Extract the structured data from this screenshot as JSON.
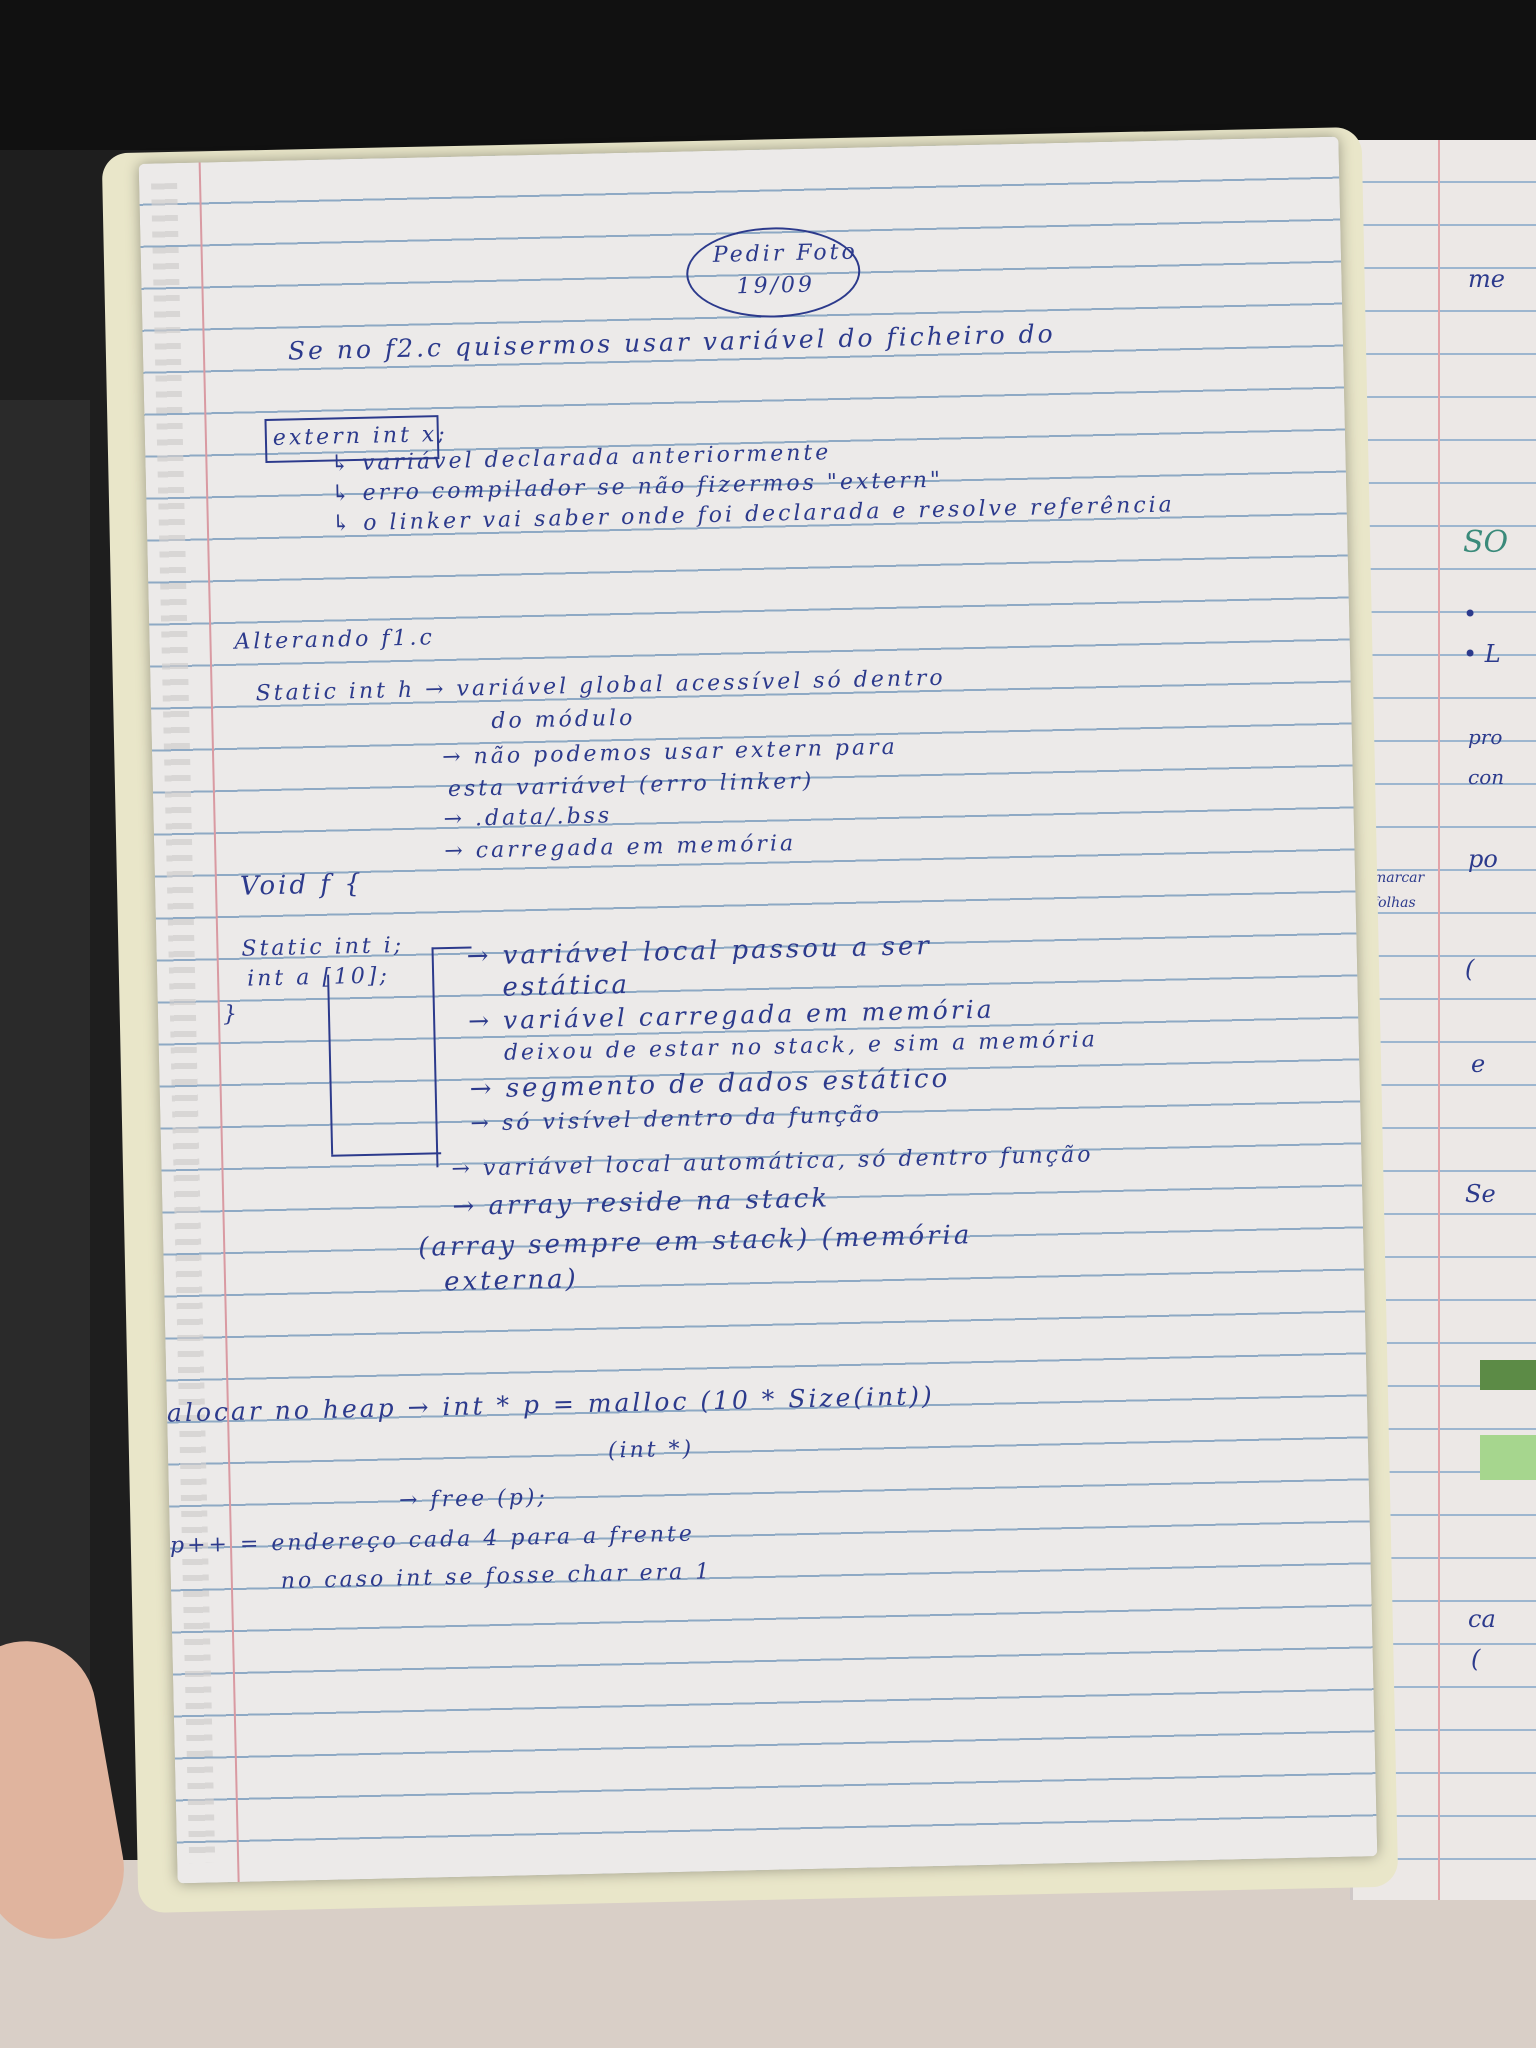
{
  "photo": {
    "stamp": [
      "Pedir Foto",
      "19/09"
    ],
    "lines": [
      "Se no f2.c quisermos usar variável do ficheiro do",
      "extern int x;",
      "↳ variável declarada anteriormente",
      "↳ erro compilador se não fizermos \"extern\"",
      "↳ o linker vai saber onde foi declarada e resolve referência",
      "Alterando f1.c",
      "Static int h → variável global acessível só dentro",
      "do módulo",
      "→ não podemos usar extern para",
      "esta variável (erro linker)",
      "→ .data/.bss",
      "→ carregada em memória",
      "Void f {",
      "Static int i;",
      "int a [10];",
      "}",
      "→ variável local passou a ser",
      "estática",
      "→ variável carregada em memória",
      "deixou de estar no stack, e sim a memória",
      "→ segmento de dados estático",
      "→ só visível dentro da função",
      "→ variável local automática, só dentro função",
      "→ array reside na stack",
      "(array sempre em stack) (memória",
      "externa)",
      "alocar no heap → int * p = malloc (10 * Size(int))",
      "(int *)",
      "→ free (p);",
      "p++ = endereço cada 4 para a frente",
      "no caso int se fosse char era 1"
    ],
    "right_page": [
      "me",
      "SO",
      "•",
      "• L",
      "pro",
      "con",
      "po",
      "marcar",
      "folhas",
      "(",
      "e",
      "Se",
      "ca",
      "("
    ]
  }
}
